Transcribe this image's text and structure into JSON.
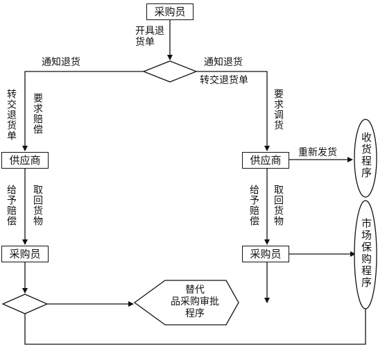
{
  "nodes": {
    "buyer_top": "采购员",
    "supplier_left": "供应商",
    "supplier_right": "供应商",
    "buyer_left": "采购员",
    "buyer_right": "采购员",
    "substitute_line1": "替代",
    "substitute_line2": "品采购审批",
    "substitute_line3": "程序",
    "receive_program": "收货程序",
    "market_program": "市场保购程序"
  },
  "edges": {
    "issue_return_line1": "开具退",
    "issue_return_line2": "货单",
    "notify_return_left": "通知退货",
    "notify_return_right": "通知退货",
    "forward_return_right": "转交退货单",
    "forward_return_left": "转交退货单",
    "request_compensation": "要求赔偿",
    "request_exchange": "要求调货",
    "resend": "重新发货",
    "give_compensation_left": "给予赔偿",
    "retrieve_left": "取回货物",
    "give_compensation_right": "给予赔偿",
    "retrieve_right": "取回货物"
  }
}
